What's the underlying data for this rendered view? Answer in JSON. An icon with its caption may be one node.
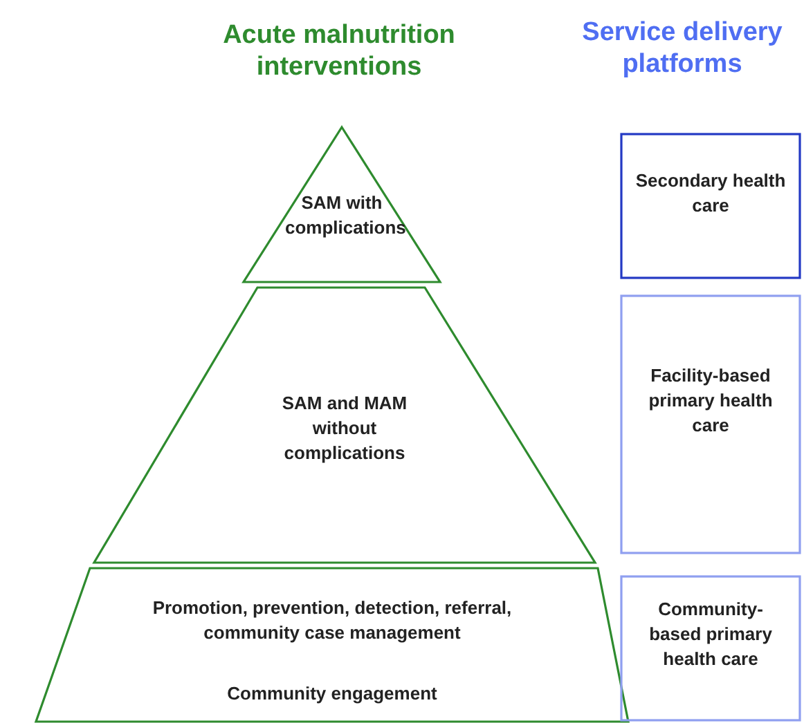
{
  "diagram": {
    "nodes": [
      {
        "text": [
          "SAM with complications"
        ]
      },
      {
        "text": [
          "SAM and MAM without complications"
        ]
      },
      {
        "text": [
          "Promotion, prevention, detection, referral, community case management",
          "Community engagement"
        ]
      },
      {
        "text": [
          "Secondary health care"
        ]
      },
      {
        "text": [
          "Facility-based primary health care"
        ]
      },
      {
        "text": [
          "Community-based primary health care"
        ]
      }
    ],
    "edges": [],
    "labels": [
      "Acute malnutrition interventions",
      "Service delivery platforms"
    ]
  }
}
